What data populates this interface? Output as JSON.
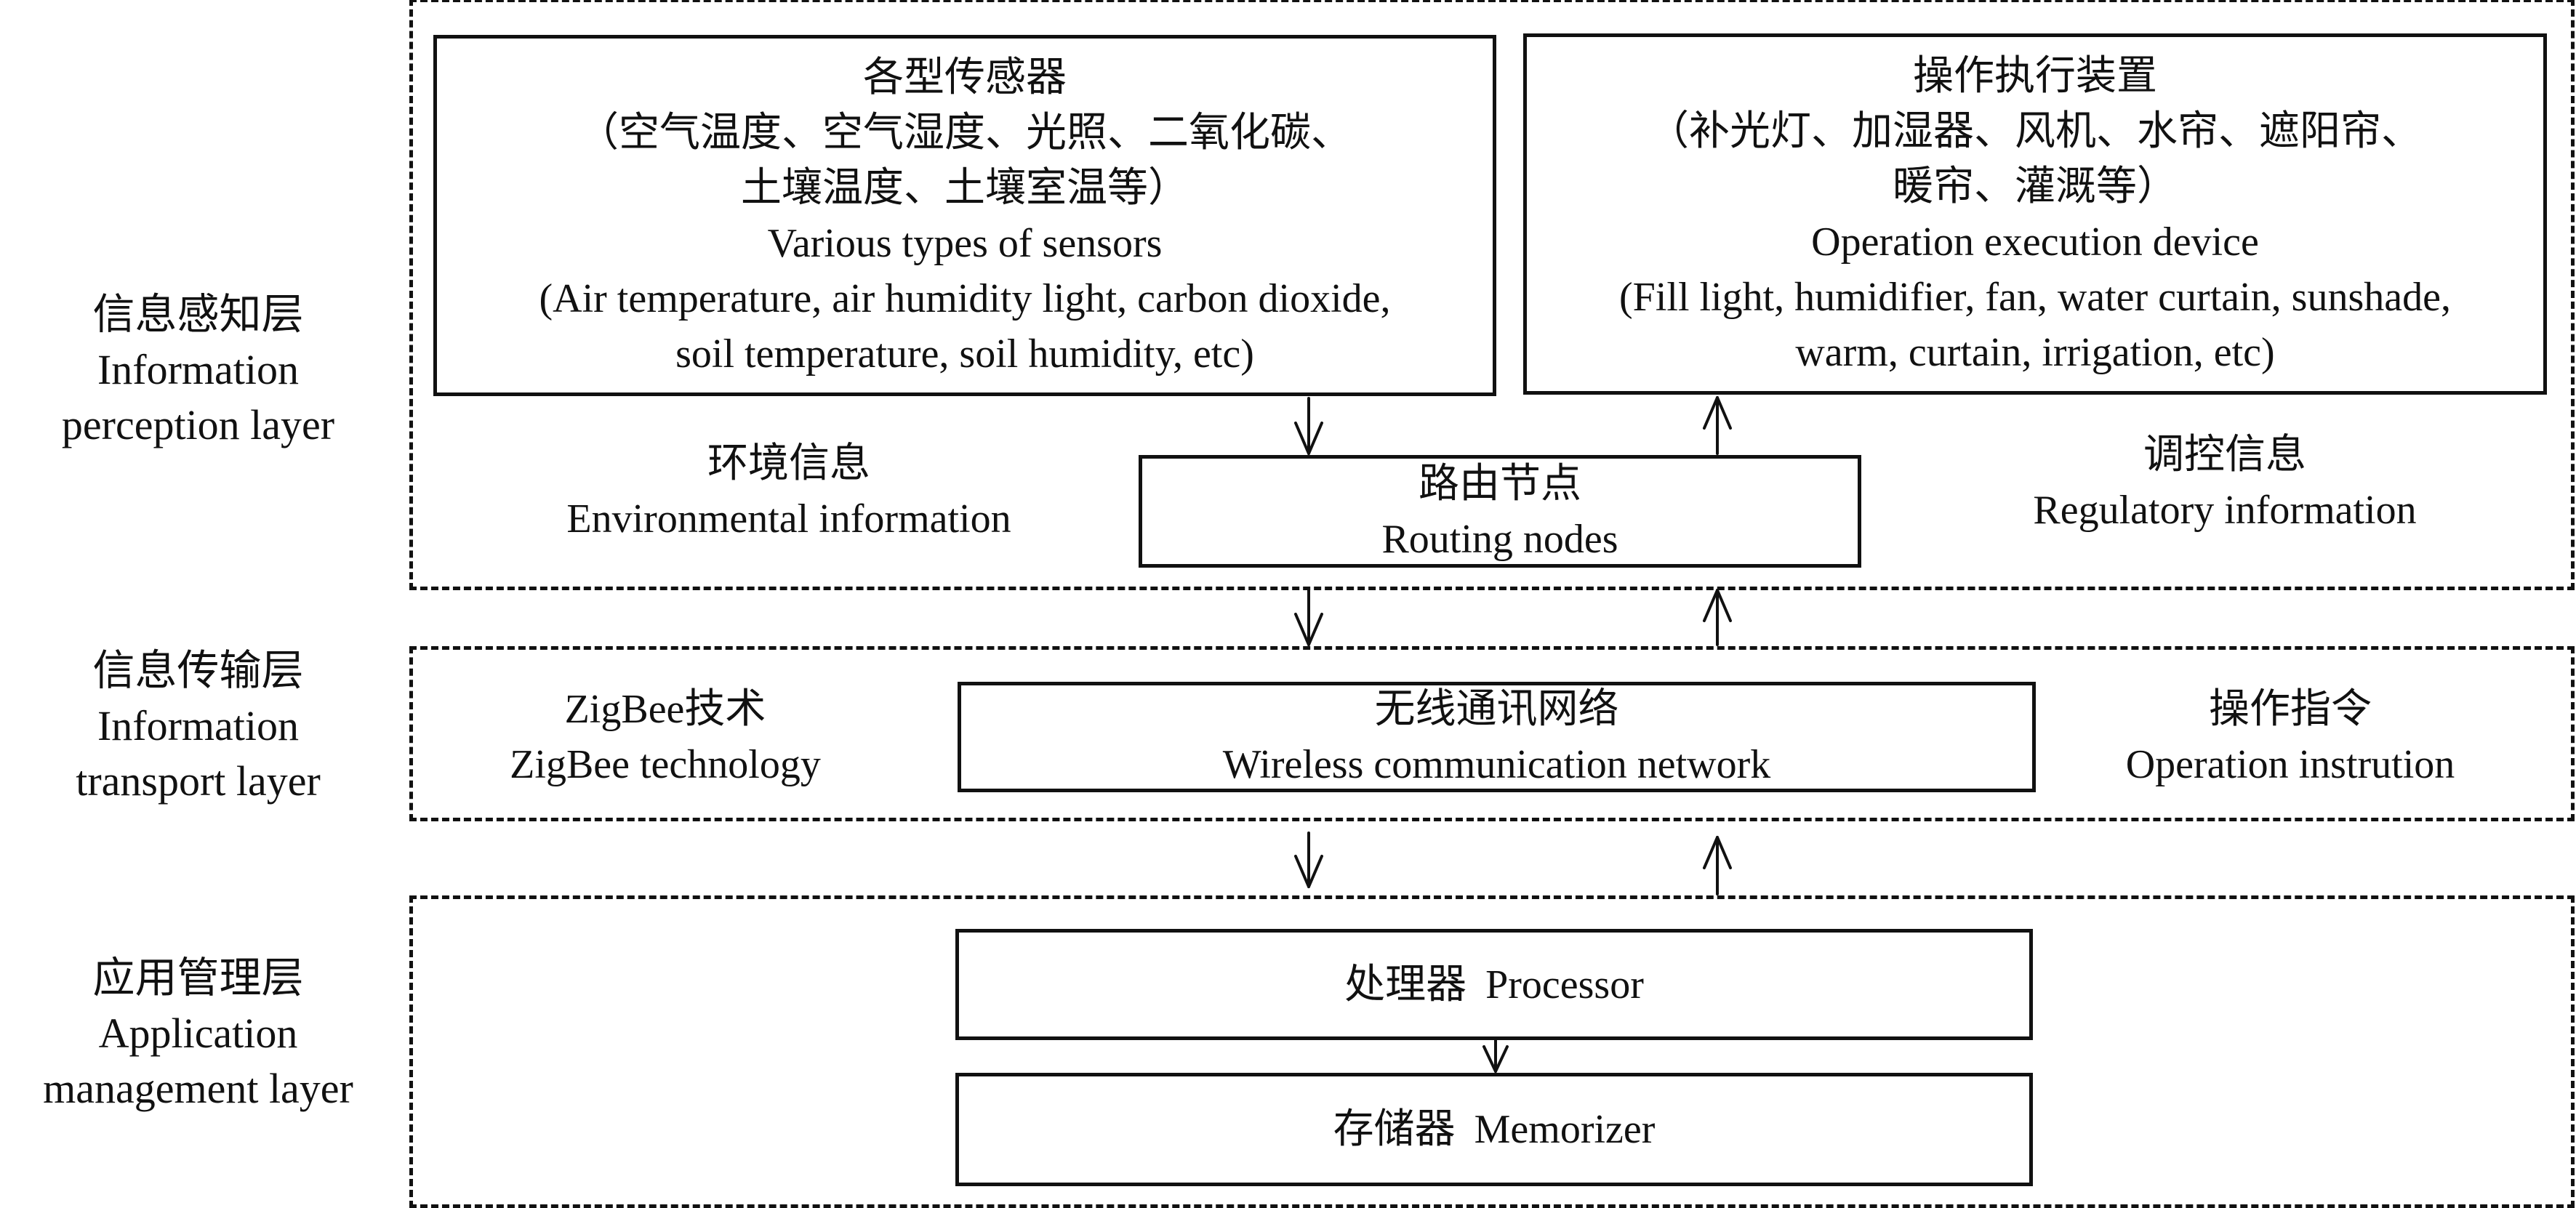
{
  "layers": [
    {
      "zh": "信息感知层",
      "en_lines": [
        "Information",
        "perception layer"
      ]
    },
    {
      "zh": "信息传输层",
      "en_lines": [
        "Information",
        "transport layer"
      ]
    },
    {
      "zh": "应用管理层",
      "en_lines": [
        "Application",
        "management layer"
      ]
    }
  ],
  "perception": {
    "sensors_box": {
      "zh_title": "各型传感器",
      "zh_detail_lines": [
        "（空气温度、空气湿度、光照、二氧化碳、",
        "土壤温度、土壤室温等）"
      ],
      "en_title": "Various types of sensors",
      "en_detail_lines": [
        "(Air temperature, air humidity light, carbon dioxide,",
        "soil temperature, soil humidity, etc)"
      ]
    },
    "actuator_box": {
      "zh_title": "操作执行装置",
      "zh_detail_lines": [
        "（补光灯、加湿器、风机、水帘、遮阳帘、",
        "暖帘、灌溉等）"
      ],
      "en_title": "Operation execution device",
      "en_detail_lines": [
        "(Fill light, humidifier, fan, water curtain, sunshade,",
        "warm, curtain, irrigation, etc)"
      ]
    },
    "routing_box": {
      "zh": "路由节点",
      "en": "Routing nodes"
    },
    "env_info": {
      "zh": "环境信息",
      "en": "Environmental information"
    },
    "reg_info": {
      "zh": "调控信息",
      "en": "Regulatory information"
    }
  },
  "transport": {
    "zigbee": {
      "zh": "ZigBee技术",
      "en": "ZigBee technology"
    },
    "wireless_box": {
      "zh": "无线通讯网络",
      "en": "Wireless communication network"
    },
    "instruction": {
      "zh": "操作指令",
      "en": "Operation instrution"
    }
  },
  "application": {
    "processor_box": {
      "zh": "处理器",
      "en": "Processor"
    },
    "memorizer_box": {
      "zh": "存储器",
      "en": "Memorizer"
    }
  },
  "arrows": [
    {
      "from": "sensors_box",
      "to": "routing_box",
      "direction": "down"
    },
    {
      "from": "routing_box",
      "to": "actuator_box",
      "direction": "up"
    },
    {
      "from": "perception_layer",
      "to": "transport_layer",
      "direction": "down"
    },
    {
      "from": "transport_layer",
      "to": "perception_layer",
      "direction": "up"
    },
    {
      "from": "transport_layer",
      "to": "application_layer",
      "direction": "down"
    },
    {
      "from": "application_layer",
      "to": "transport_layer",
      "direction": "up"
    },
    {
      "from": "processor_box",
      "to": "memorizer_box",
      "direction": "down"
    }
  ]
}
